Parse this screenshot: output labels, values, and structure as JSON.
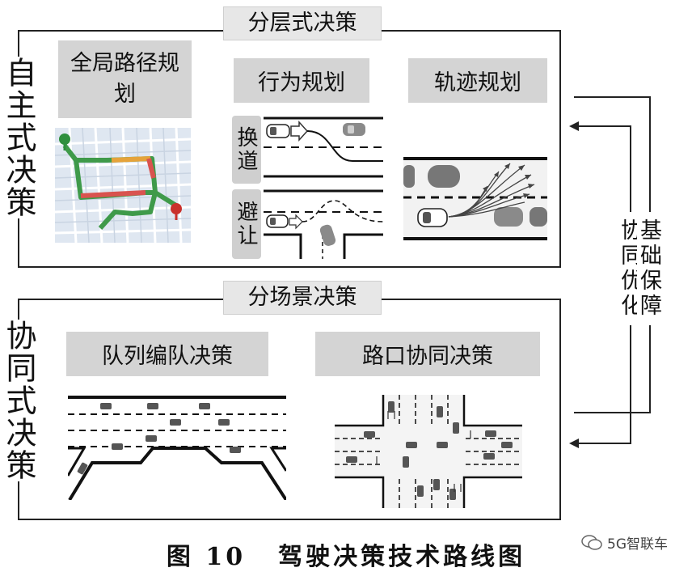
{
  "autonomous": {
    "side_label": "自主式决策",
    "frame_title": "分层式决策",
    "global_path": "全局路径规划",
    "behavior": "行为规划",
    "trajectory": "轨迹规划",
    "lane_change": "换道",
    "avoid": "避让"
  },
  "cooperative": {
    "side_label": "协同式决策",
    "frame_title": "分场景决策",
    "platoon": "队列编队决策",
    "intersection": "路口协同决策"
  },
  "right_labels": {
    "co_opt": "协同优化",
    "base": "基础保障"
  },
  "caption": {
    "figure_no": "图 10",
    "text": "驾驶决策技术路线图"
  },
  "watermark": "5G智联车",
  "colors": {
    "route_green": "#3f9a4a",
    "route_red": "#d9534f",
    "route_orange": "#e5a33a",
    "panel_gray": "#d4d4d4"
  }
}
